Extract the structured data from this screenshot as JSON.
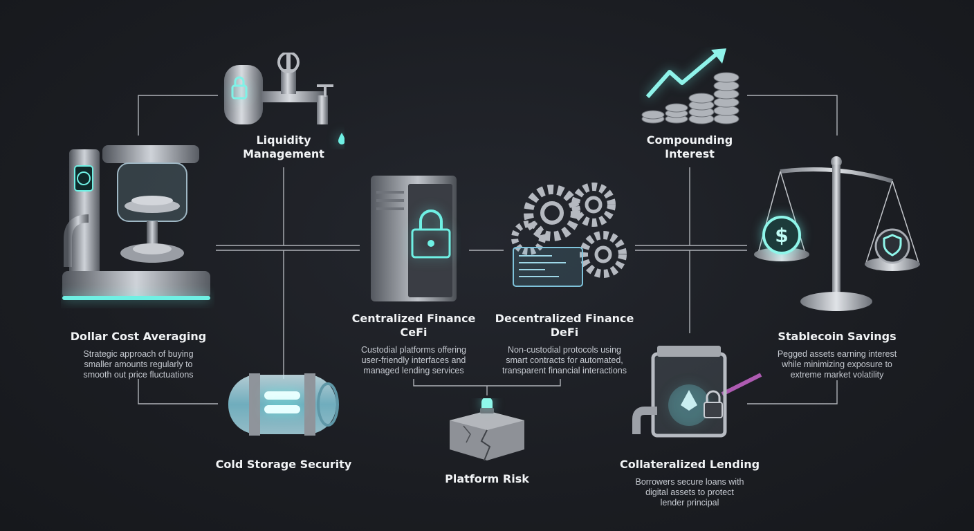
{
  "nodes": {
    "liquidity": {
      "title": "Liquidity\nManagement",
      "icon": "faucet-valve-icon"
    },
    "dca": {
      "title": "Dollar Cost Averaging",
      "desc": "Strategic approach of buying\nsmaller amounts regularly to\nsmooth out price fluctuations",
      "icon": "coin-press-machine-icon"
    },
    "cold_storage": {
      "title": "Cold Storage Security",
      "icon": "frozen-capsule-icon"
    },
    "cefi": {
      "title": "Centralized Finance\nCeFi",
      "desc": "Custodial platforms offering\nuser-friendly interfaces and\nmanaged lending services",
      "icon": "server-lock-icon"
    },
    "defi": {
      "title": "Decentralized Finance\nDeFi",
      "desc": "Non-custodial protocols using\nsmart contracts for automated,\ntransparent financial interactions",
      "icon": "gears-code-icon"
    },
    "platform_risk": {
      "title": "Platform Risk",
      "icon": "cracked-block-alarm-icon"
    },
    "compounding": {
      "title": "Compounding\nInterest",
      "icon": "coin-stacks-arrow-icon"
    },
    "stablecoin": {
      "title": "Stablecoin Savings",
      "desc": "Pegged assets earning interest\nwhile minimizing exposure to\nextreme market volatility",
      "icon": "balance-scale-icon"
    },
    "collateral": {
      "title": "Collateralized Lending",
      "desc": "Borrowers secure loans with\ndigital assets to protect\nlender principal",
      "icon": "locked-vault-icon"
    }
  },
  "colors": {
    "background": "#1b1d22",
    "connector": "#c9ccd2",
    "accent_cyan": "#6ff0e4",
    "accent_magenta": "#d36bd6",
    "metal": "#a9adb4"
  }
}
